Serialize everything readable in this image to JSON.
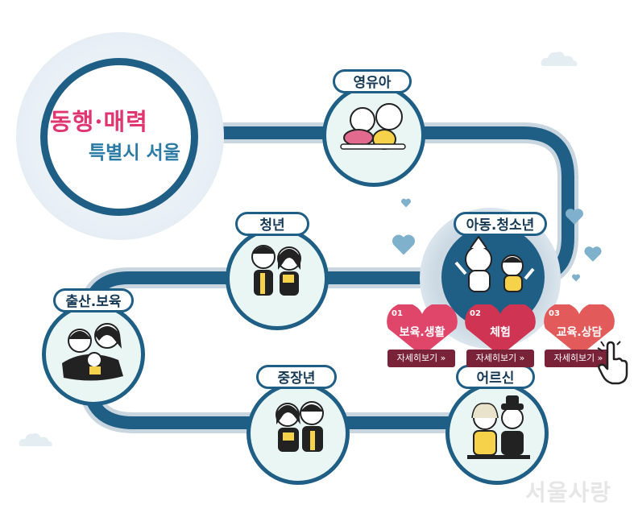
{
  "logo": {
    "line1": "동행·매력",
    "line2": "특별시 서울"
  },
  "stages": {
    "infant": "영유아",
    "youth": "청년",
    "child_teen": "아동.청소년",
    "childbirth": "출산.보육",
    "middle_age": "중장년",
    "elderly": "어르신"
  },
  "submenu": [
    {
      "number": "01",
      "label": "보육.생활",
      "more": "자세히보기 »",
      "color": "#e0466a"
    },
    {
      "number": "02",
      "label": "체험",
      "more": "자세히보기 »",
      "color": "#cf3452"
    },
    {
      "number": "03",
      "label": "교육.상담",
      "more": "자세히보기 »",
      "color": "#e25a5a"
    }
  ],
  "watermark": "서울사랑",
  "colors": {
    "path": "#1f5f86",
    "circle_fill": "#eaf6f4",
    "accent_pink": "#e0356f",
    "accent_blue": "#2a7aa6",
    "button": "#7a2238"
  }
}
